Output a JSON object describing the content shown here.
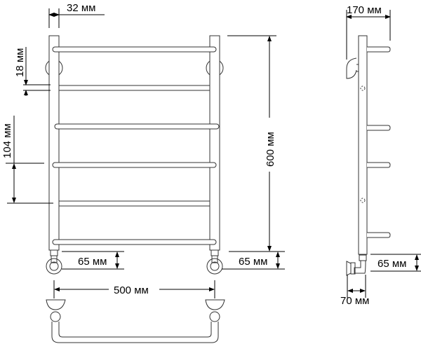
{
  "labels": {
    "tube_width": "32 мм",
    "depth": "170 мм",
    "height": "600 мм",
    "rail_gap": "18 мм",
    "rail_spacing": "104 мм",
    "connection_left": "65 мм",
    "connection_right": "65 мм",
    "connection_side": "65 мм",
    "center_distance": "500 мм",
    "fitting_offset": "70 мм"
  }
}
